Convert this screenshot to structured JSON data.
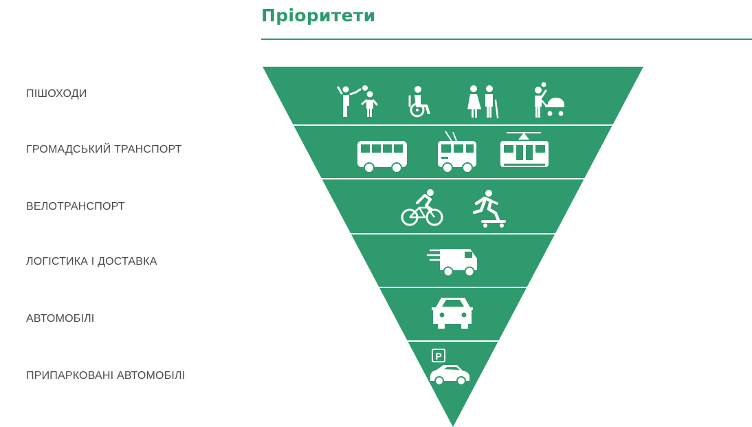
{
  "header": {
    "title": "Пріоритети"
  },
  "colors": {
    "accent": "#2e9a6e",
    "pyramid_fill": "#2e9a6e",
    "label_text": "#4a4a4a",
    "icon": "#ffffff"
  },
  "tiers": [
    {
      "label": "ПІШОХОДИ",
      "icons": [
        "children-icon",
        "wheelchair-user-icon",
        "elderly-couple-icon",
        "parent-with-stroller-icon"
      ]
    },
    {
      "label": "ГРОМАДСЬКИЙ ТРАНСПОРТ",
      "icons": [
        "bus-icon",
        "trolleybus-icon",
        "tram-icon"
      ]
    },
    {
      "label": "ВЕЛОТРАНСПОРТ",
      "icons": [
        "cyclist-icon",
        "scooter-rider-icon"
      ]
    },
    {
      "label": "ЛОГІСТИКА І ДОСТАВКА",
      "icons": [
        "delivery-van-icon"
      ]
    },
    {
      "label": "АВТОМОБІЛІ",
      "icons": [
        "car-icon"
      ]
    },
    {
      "label": "ПРИПАРКОВАНІ АВТОМОБІЛІ",
      "icons": [
        "parking-sign-icon",
        "parked-car-icon"
      ]
    }
  ],
  "parking_sign_letter": "P"
}
